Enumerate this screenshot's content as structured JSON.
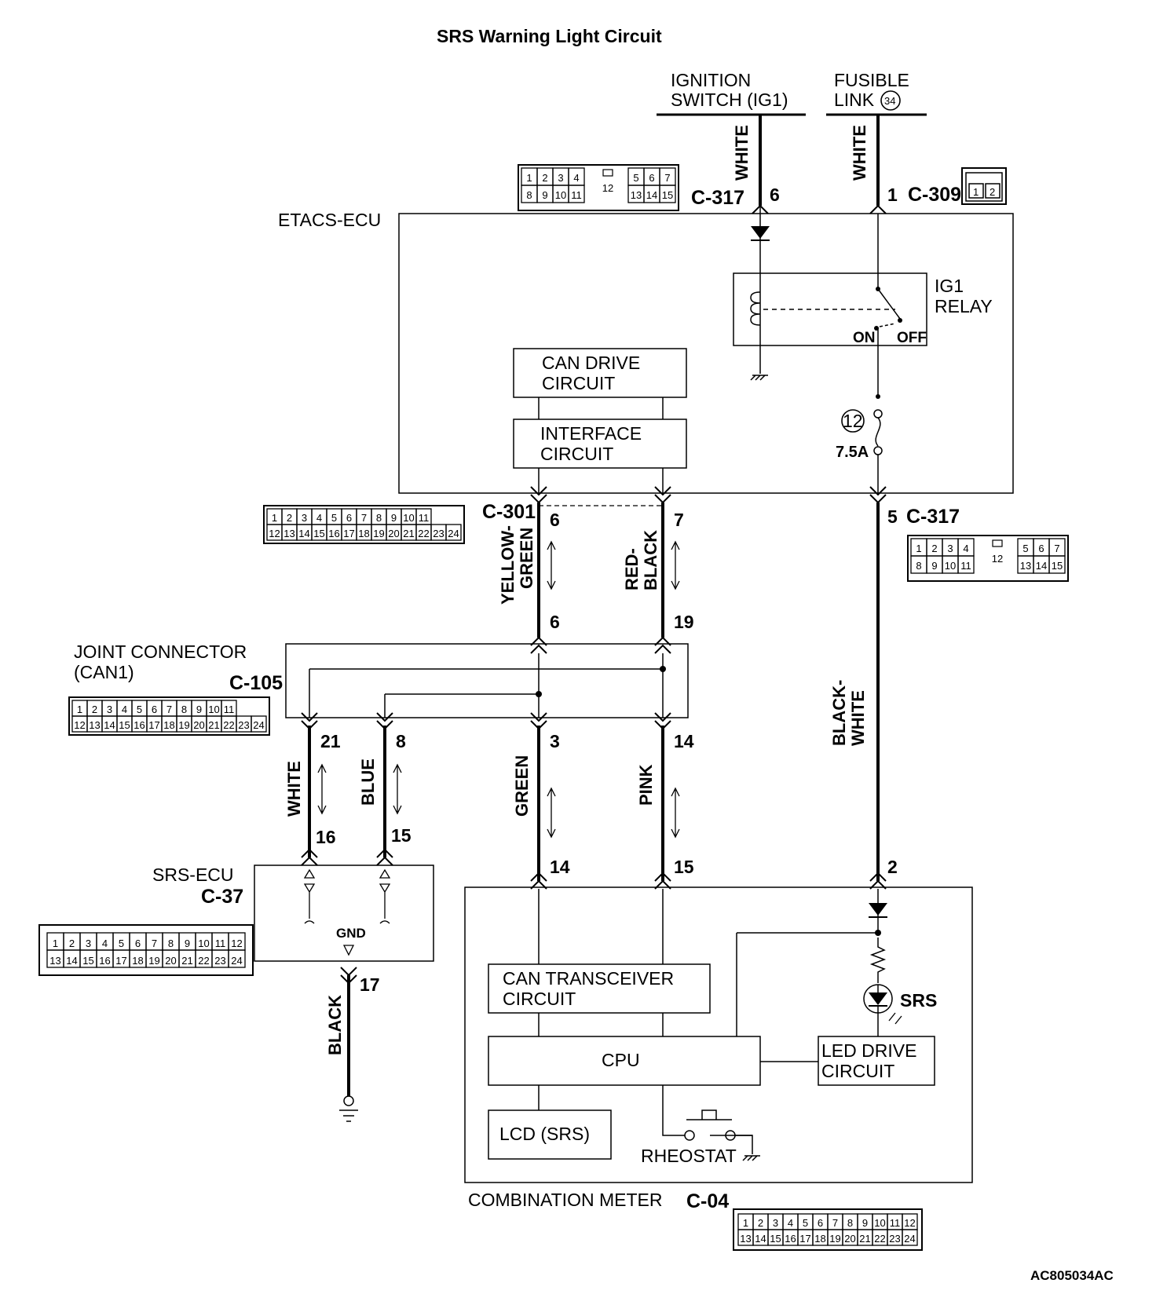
{
  "title": "SRS Warning Light Circuit",
  "figure_id": "AC805034AC",
  "sources": {
    "ignition_switch": [
      "IGNITION",
      "SWITCH (IG1)"
    ],
    "fusible_link": [
      "FUSIBLE",
      "LINK"
    ],
    "fusible_link_no": "34"
  },
  "etacs": {
    "label": "ETACS-ECU",
    "can_drive": [
      "CAN DRIVE",
      "CIRCUIT"
    ],
    "interface": [
      "INTERFACE",
      "CIRCUIT"
    ],
    "relay": [
      "IG1",
      "RELAY"
    ],
    "relay_on": "ON",
    "relay_off": "OFF",
    "fuse_no": "12",
    "fuse_rating": "7.5A"
  },
  "connectors": {
    "c317": "C-317",
    "c309": "C-309",
    "c301": "C-301",
    "c105": "C-105",
    "c37": "C-37",
    "c04": "C-04"
  },
  "joint": [
    "JOINT CONNECTOR",
    "(CAN1)"
  ],
  "srs_ecu": {
    "label": "SRS-ECU",
    "gnd": "GND"
  },
  "meter": {
    "label": "COMBINATION METER",
    "can_transceiver": [
      "CAN TRANSCEIVER",
      "CIRCUIT"
    ],
    "cpu": "CPU",
    "led_drive": [
      "LED DRIVE",
      "CIRCUIT"
    ],
    "lcd": "LCD (SRS)",
    "rheostat": "RHEOSTAT",
    "srs_lamp": "SRS"
  },
  "wire_colors": {
    "ig_white": "WHITE",
    "fl_white": "WHITE",
    "yellow_green": [
      "YELLOW-",
      "GREEN"
    ],
    "red_black": [
      "RED-",
      "BLACK"
    ],
    "white": "WHITE",
    "blue": "BLUE",
    "green": "GREEN",
    "pink": "PINK",
    "black_white": [
      "BLACK-",
      "WHITE"
    ],
    "black": "BLACK"
  },
  "pins": {
    "ig": "6",
    "fl": "1",
    "c301_a": "6",
    "c301_b": "7",
    "c317_5": "5",
    "j_in_a": "6",
    "j_in_b": "19",
    "j_21": "21",
    "j_8": "8",
    "j_3": "3",
    "j_14": "14",
    "srs_16": "16",
    "srs_15": "15",
    "meter_14": "14",
    "meter_15": "15",
    "meter_2": "2",
    "gnd_17": "17"
  },
  "connector_faces": {
    "c317_row1": [
      "1",
      "2",
      "3",
      "4",
      "12",
      "5",
      "6",
      "7"
    ],
    "c317_row2": [
      "8",
      "9",
      "10",
      "11",
      "13",
      "14",
      "15"
    ],
    "c309": [
      "1",
      "2"
    ],
    "c301_row1": [
      "1",
      "2",
      "3",
      "4",
      "5",
      "6",
      "7",
      "8",
      "9",
      "10",
      "11"
    ],
    "c301_row2": [
      "12",
      "13",
      "14",
      "15",
      "16",
      "17",
      "18",
      "19",
      "20",
      "21",
      "22",
      "23",
      "24"
    ],
    "c37_row1": [
      "1",
      "2",
      "3",
      "4",
      "5",
      "6",
      "7",
      "8",
      "9",
      "10",
      "11",
      "12"
    ],
    "c37_row2": [
      "13",
      "14",
      "15",
      "16",
      "17",
      "18",
      "19",
      "20",
      "21",
      "22",
      "23",
      "24"
    ],
    "c04_row1": [
      "1",
      "2",
      "3",
      "4",
      "5",
      "6",
      "7",
      "8",
      "9",
      "10",
      "11",
      "12"
    ],
    "c04_row2": [
      "13",
      "14",
      "15",
      "16",
      "17",
      "18",
      "19",
      "20",
      "21",
      "22",
      "23",
      "24"
    ]
  }
}
